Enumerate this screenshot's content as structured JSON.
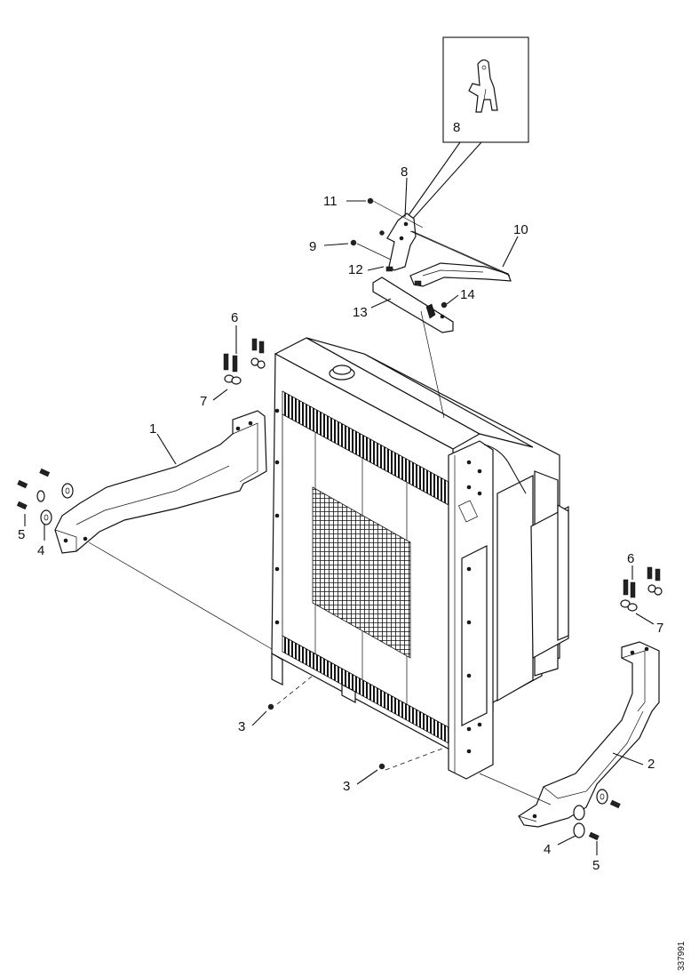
{
  "diagram": {
    "callouts": {
      "c1": "1",
      "c2": "2",
      "c3a": "3",
      "c3b": "3",
      "c4a": "4",
      "c4b": "4",
      "c5a": "5",
      "c5b": "5",
      "c6a": "6",
      "c6b": "6",
      "c7a": "7",
      "c7b": "7",
      "c8a": "8",
      "c8b": "8",
      "c9": "9",
      "c10": "10",
      "c11": "11",
      "c12": "12",
      "c13": "13",
      "c14": "14"
    },
    "document_id": "337991"
  }
}
